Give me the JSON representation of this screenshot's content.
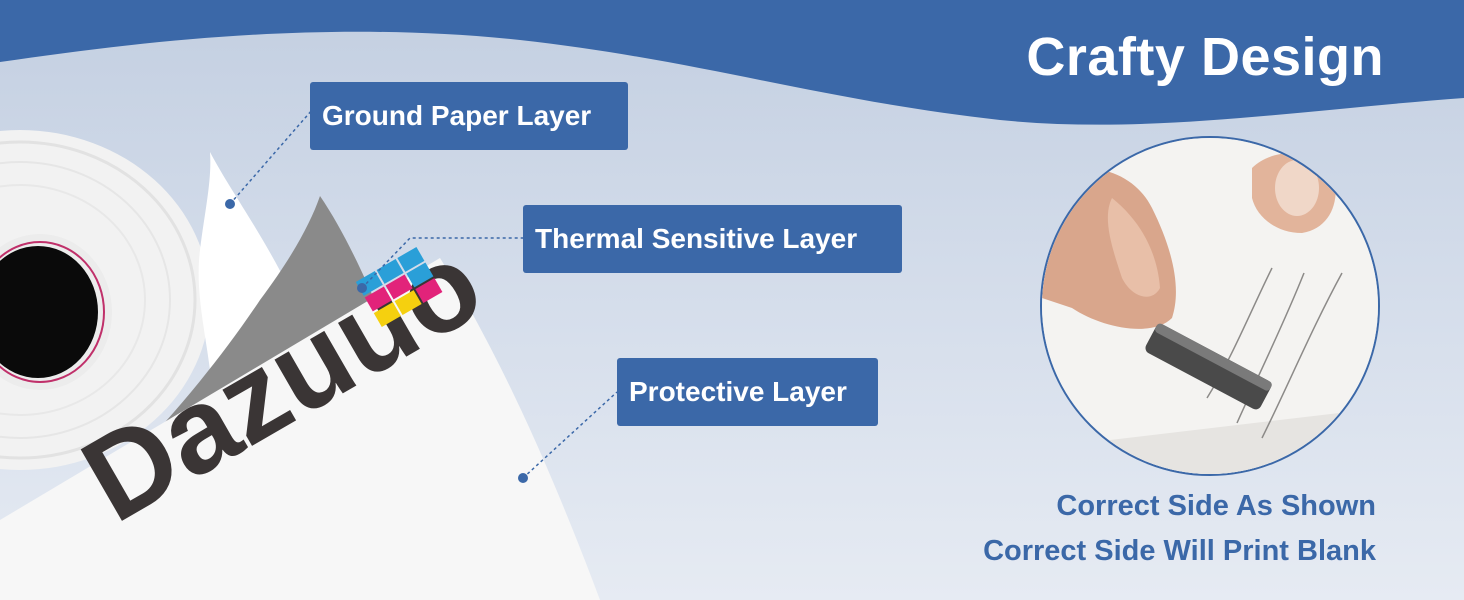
{
  "title": "Crafty Design",
  "labels": {
    "ground": "Ground Paper Layer",
    "thermal": "Thermal Sensitive Layer",
    "protective": "Protective Layer"
  },
  "captions": {
    "line1": "Correct Side As Shown",
    "line2": "Correct Side Will Print Blank"
  },
  "brand": {
    "logo_text": "Dazuuo"
  },
  "colors": {
    "accent": "#3b68a8",
    "background": "#d3dcea"
  }
}
